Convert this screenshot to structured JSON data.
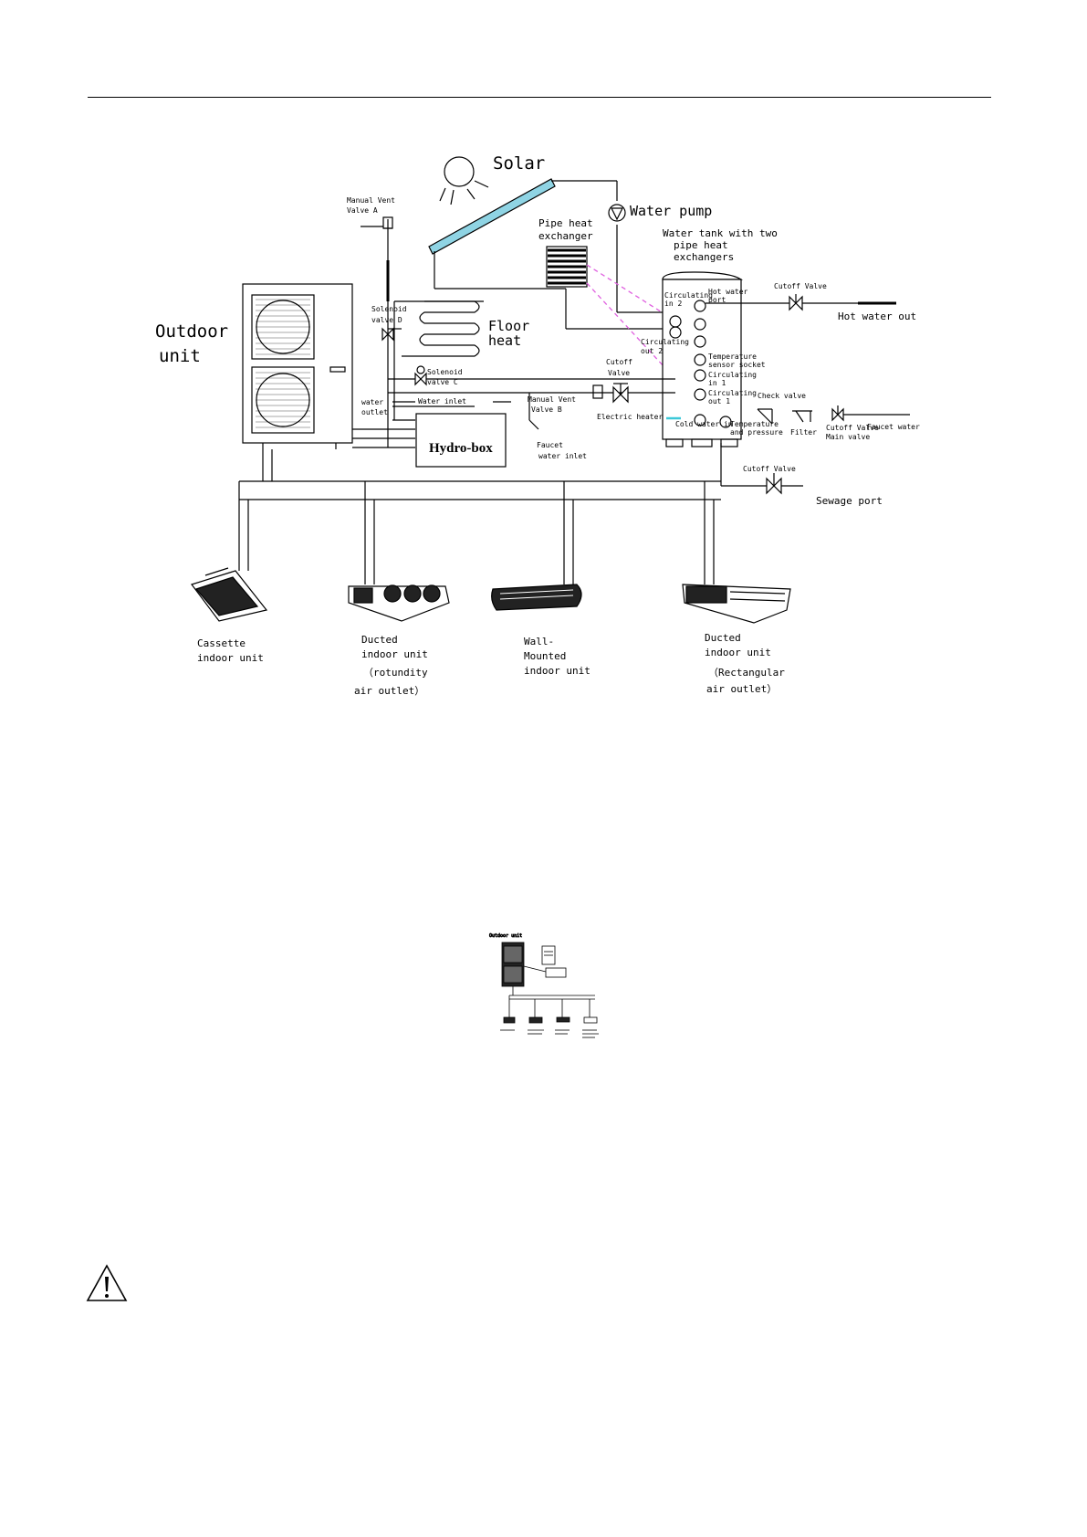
{
  "labels": {
    "solar": "Solar",
    "water_pump": "Water pump",
    "manual_vent_a_l1": "Manual Vent",
    "manual_vent_a_l2": "Valve A",
    "pipe_hx_l1": "Pipe heat",
    "pipe_hx_l2": "exchanger",
    "tank_l1": "Water tank with two",
    "tank_l2": "pipe heat",
    "tank_l3": "exchangers",
    "outdoor_l1": "Outdoor",
    "outdoor_l2": "unit",
    "solenoid_d_l1": "Solenoid",
    "solenoid_d_l2": "valve D",
    "floor_heat_l1": "Floor",
    "floor_heat_l2": "heat",
    "solenoid_c_l1": "Solenoid",
    "solenoid_c_l2": "valve C",
    "water_outlet_l1": "water",
    "water_outlet_l2": "outlet",
    "water_inlet": "Water inlet",
    "hydro_box": "Hydro-box",
    "manual_vent_b_l1": "Manual Vent",
    "manual_vent_b_l2": "Valve B",
    "faucet_inlet_l1": "Faucet",
    "faucet_inlet_l2": "water inlet",
    "cutoff_valve_mid_l1": "Cutoff",
    "cutoff_valve_mid_l2": "Valve",
    "electric_heater": "Electric heater",
    "cutoff_valve_top": "Cutoff Valve",
    "hot_water_out": "Hot water out",
    "circulating_in2_l1": "Circulating",
    "circulating_in2_l2": "in 2",
    "circulating_out2_l1": "Circulating",
    "circulating_out2_l2": "out 2",
    "hot_water_port_l1": "Hot water",
    "hot_water_port_l2": "port",
    "temp_sensor_l1": "Temperature",
    "temp_sensor_l2": "sensor socket",
    "circulating_in1_l1": "Circulating",
    "circulating_in1_l2": "in 1",
    "circulating_out1_l1": "Circulating",
    "circulating_out1_l2": "out 1",
    "cold_water_in": "Cold water in",
    "temp_pressure_l1": "Temperature",
    "temp_pressure_l2": "and pressure",
    "check_valve": "Check valve",
    "filter": "Filter",
    "cutoff_valve_small_l1": "Cutoff Valve",
    "cutoff_valve_small_l2": "Main valve",
    "faucet_water": "Faucet water",
    "cutoff_valve_bottom": "Cutoff Valve",
    "sewage_port": "Sewage port",
    "cassette_l1": "Cassette",
    "cassette_l2": "indoor unit",
    "ducted_round_l1": "Ducted",
    "ducted_round_l2": "indoor unit",
    "ducted_round_l3": "（rotundity",
    "ducted_round_l4": "air outlet）",
    "wall_l1": "Wall-",
    "wall_l2": "Mounted",
    "wall_l3": "indoor unit",
    "ducted_rect_l1": "Ducted",
    "ducted_rect_l2": "indoor unit",
    "ducted_rect_l3": "（Rectangular",
    "ducted_rect_l4": "air outlet）",
    "thumb_title": "Outdoor unit"
  },
  "colors": {
    "line": "#000000",
    "solar_panel": "#8fd4e4",
    "heat_link": "#e060e0",
    "heater_bar": "#3cc8d8"
  },
  "icons": [
    "sun-icon",
    "water-pump-icon",
    "warning-triangle-icon",
    "fan-icon",
    "valve-icon",
    "check-valve-icon",
    "filter-icon"
  ]
}
